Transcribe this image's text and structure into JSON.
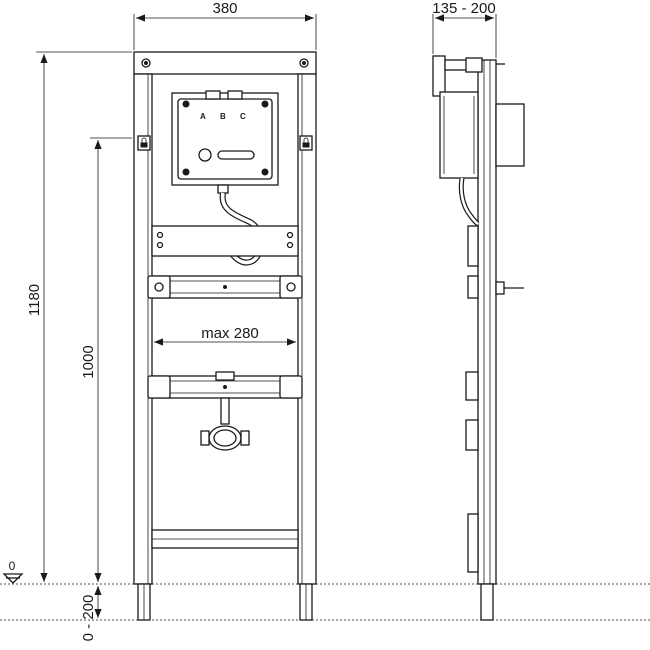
{
  "dimensions": {
    "frame_width": "380",
    "depth_range": "135 - 200",
    "height_total": "1180",
    "height_fixing": "1000",
    "max_spacing": "max 280",
    "floor_adjust": "0 - 200",
    "floor_level": "0"
  },
  "control_box": {
    "terminal_a": "A",
    "terminal_b": "B",
    "terminal_c": "C"
  },
  "icons": [
    "floor-level-symbol-icon",
    "lock-icon"
  ]
}
